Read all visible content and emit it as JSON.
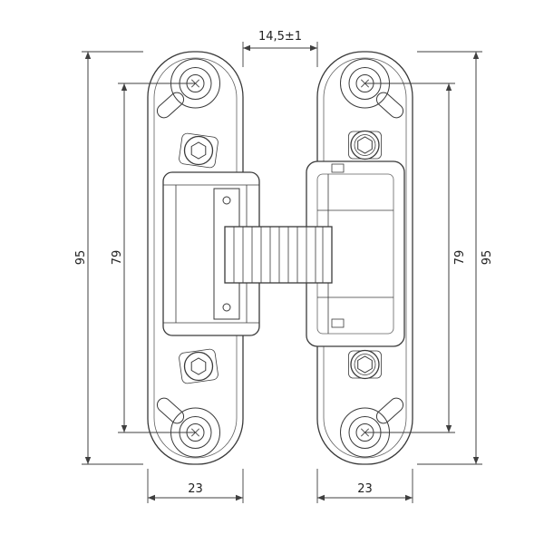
{
  "dimensions": {
    "overall_height_left": "95",
    "hole_spacing_left": "79",
    "top_gap": "14,5±1",
    "hole_spacing_right": "79",
    "overall_height_right": "95",
    "plate_width_left": "23",
    "plate_width_right": "23"
  },
  "colors": {
    "background": "#ffffff",
    "line": "#3a3a3a",
    "dimension": "#3f3f3f",
    "text": "#222222"
  }
}
